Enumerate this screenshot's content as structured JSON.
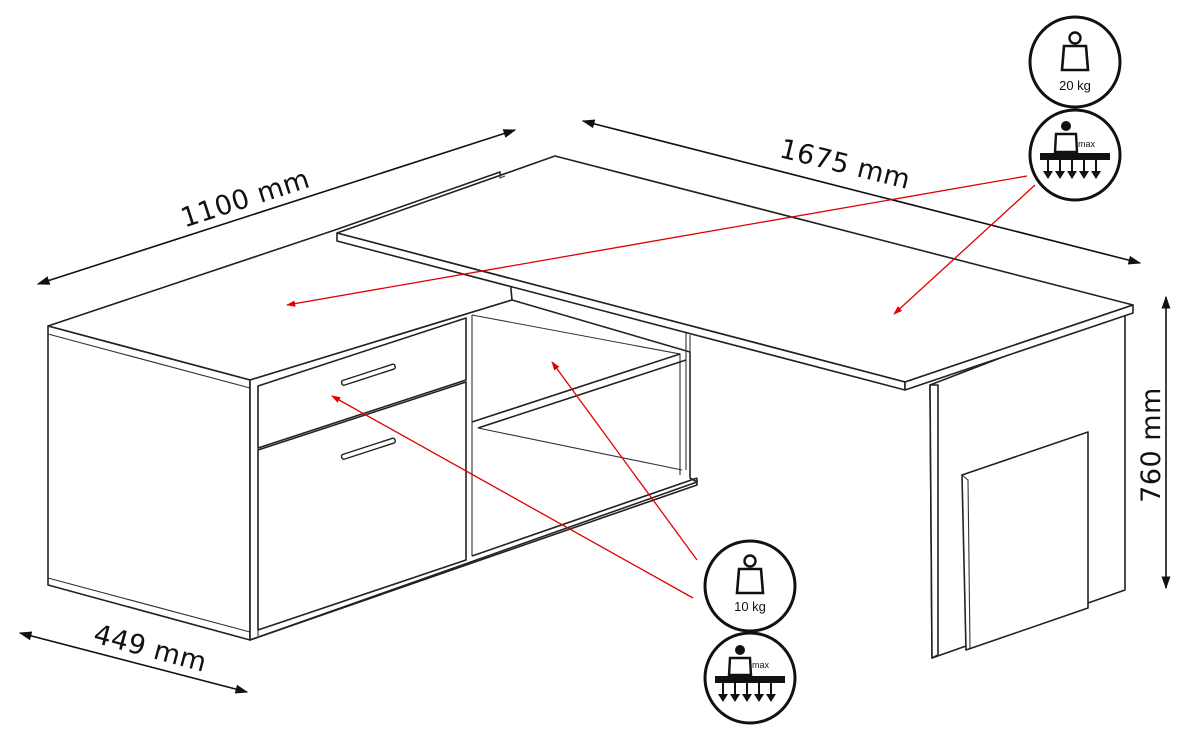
{
  "dimensions": {
    "depth": "449 mm",
    "width_left": "1100 mm",
    "width_right": "1675 mm",
    "height": "760 mm"
  },
  "badges": {
    "top_load": "20 kg",
    "top_max": "max",
    "shelf_load": "10 kg",
    "shelf_max": "max"
  },
  "colors": {
    "line": "#222222",
    "pointer": "#e00000",
    "background": "#ffffff"
  },
  "icons": [
    "weight-icon",
    "max-load-icon"
  ]
}
